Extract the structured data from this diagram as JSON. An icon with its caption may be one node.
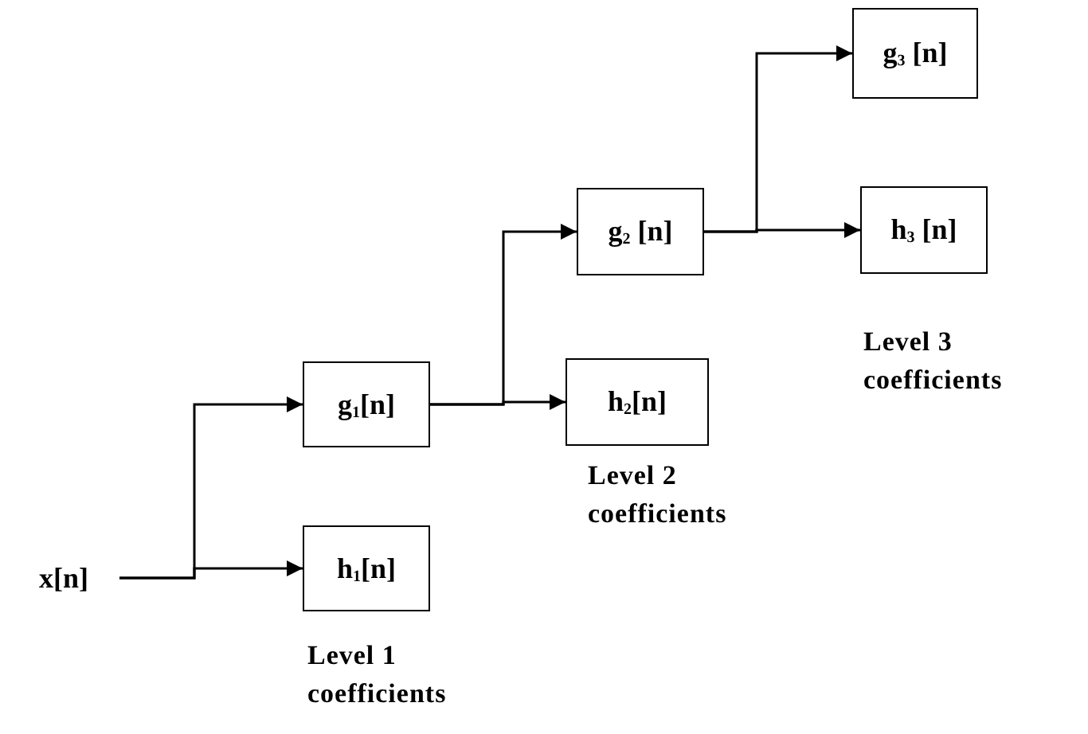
{
  "diagram": {
    "nodes": [
      {
        "text": [
          "x[n]"
        ]
      },
      {
        "text": [
          "g$_{1}$[n]"
        ]
      },
      {
        "text": [
          "h$_{1}$[n]"
        ],
        "beside": [
          "Level 1 coefficients"
        ]
      },
      {
        "text": [
          "g$_{2}$ [n]"
        ]
      },
      {
        "text": [
          "h$_{2}$[n]"
        ],
        "beside": [
          "Level 2 coefficients"
        ]
      },
      {
        "text": [
          "g$_{3}$ [n]"
        ]
      },
      {
        "text": [
          "h$_{3}$ [n]"
        ],
        "beside": [
          "Level 3 coefficients"
        ]
      }
    ],
    "edges": [
      {
        "from": 0,
        "to": 1,
        "arrow": "to"
      },
      {
        "from": 0,
        "to": 2,
        "arrow": "to"
      },
      {
        "from": 1,
        "to": 3,
        "arrow": "to"
      },
      {
        "from": 1,
        "to": 4,
        "arrow": "to"
      },
      {
        "from": 3,
        "to": 5,
        "arrow": "to"
      },
      {
        "from": 3,
        "to": 6,
        "arrow": "to"
      }
    ]
  }
}
